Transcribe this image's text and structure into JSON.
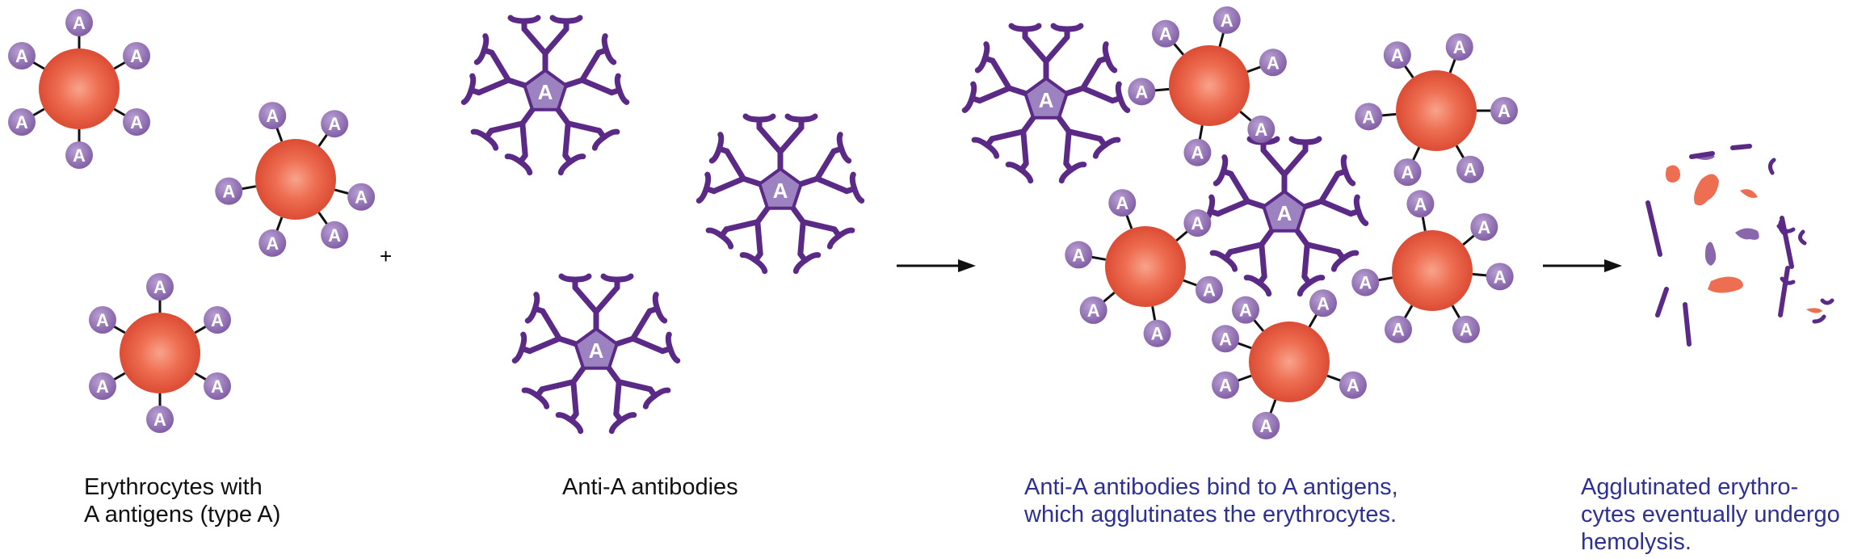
{
  "labels": {
    "antigen": "A",
    "antibody_core": "A",
    "plus": "+"
  },
  "captions": {
    "erythrocytes": [
      "Erythrocytes with",
      "A antigens (type A)"
    ],
    "antibodies": [
      "Anti-A antibodies"
    ],
    "binding": [
      "Anti-A antibodies bind to A antigens,",
      "which agglutinates the erythrocytes."
    ],
    "hemolysis": [
      "Agglutinated erythro-",
      "cytes eventually undergo",
      "hemolysis."
    ]
  },
  "colors": {
    "cell": "#e8533c",
    "cell_highlight": "#f7a48c",
    "antigen": "#8a67ad",
    "antigen_light": "#b9a0d2",
    "antibody": "#5b2a86",
    "antibody_core": "#9c82c0",
    "caption_black": "#111111",
    "caption_blue": "#2e3192",
    "arrow": "#111111"
  }
}
